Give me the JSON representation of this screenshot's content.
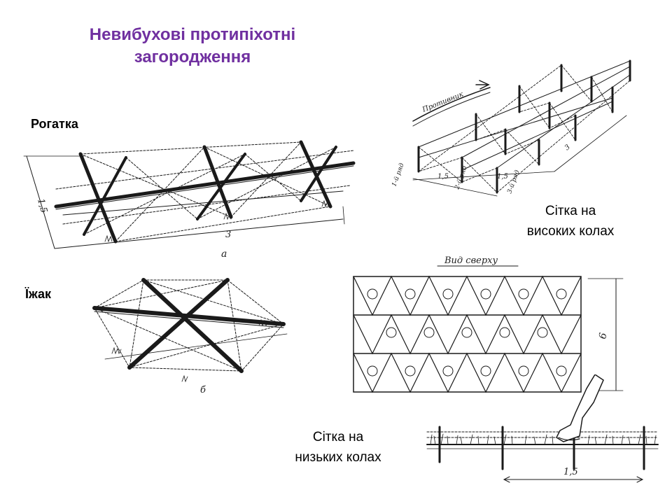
{
  "slide": {
    "title_line1": "Невибухові протипіхотні",
    "title_line2": "загородження",
    "title_color": "#7030a0"
  },
  "labels": {
    "rogatka": "Рогатка",
    "yizhak": "Їжак",
    "high_stakes_line1": "Сітка на",
    "high_stakes_line2": "високих колах",
    "low_stakes_line1": "Сітка на",
    "low_stakes_line2": "низьких колах"
  },
  "drawings": {
    "rogatka": {
      "dim_height": "1,5",
      "dim_length": "3",
      "fig_letter": "а"
    },
    "yizhak": {
      "fig_letter": "б"
    },
    "high_fence": {
      "direction_label": "Противник",
      "row_1": "1-й ряд",
      "row_2": "2-й ряд",
      "row_3": "3-й ряд",
      "dim_1": "1,5",
      "dim_2": "1,5",
      "dim_3": "3"
    },
    "low_net": {
      "top_view_label": "Вид сверху",
      "dim_height": "6",
      "dim_length": "1,5"
    }
  }
}
